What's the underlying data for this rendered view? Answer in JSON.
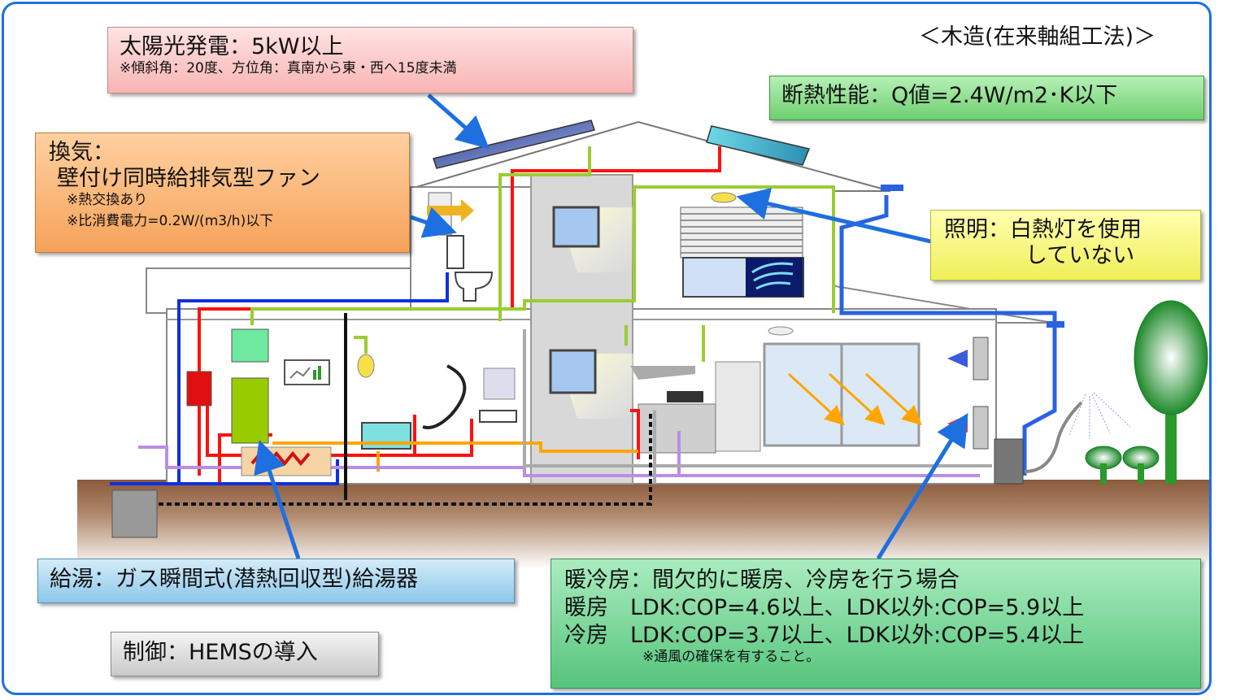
{
  "structure_label": "＜木造(在来軸組工法)＞",
  "solar": {
    "title": "太陽光発電：5kW以上",
    "note": "※傾斜角：20度、方位角：真南から東・西へ15度未満"
  },
  "insulation": {
    "title": "断熱性能：Q値=2.4W/m2･K以下"
  },
  "ventilation": {
    "title": "換気：",
    "line1": "壁付け同時給排気型ファン",
    "note1": "※熱交換あり",
    "note2": "※比消費電力=0.2W/(m3/h)以下"
  },
  "lighting": {
    "line1": "照明：白熱灯を使用",
    "line2": "していない"
  },
  "hot_water": {
    "title": "給湯：ガス瞬間式(潜熱回収型)給湯器"
  },
  "control": {
    "title": "制御：HEMSの導入"
  },
  "hvac": {
    "title": "暖冷房：間欠的に暖房、冷房を行う場合",
    "heating": "暖房　LDK:COP=4.6以上、LDK以外:COP=5.9以上",
    "cooling": "冷房　LDK:COP=3.7以上、LDK以外:COP=5.4以上",
    "note": "※通風の確保を有すること。"
  },
  "colors": {
    "frame": "#1e6fe0",
    "arrow": "#1e6fe0",
    "hot_pipe": "#ff1010",
    "cold_pipe": "#1030e0",
    "cable": "#9acd32",
    "gas": "#ffa500",
    "drain": "#b88ee8",
    "ground": "#8b5a3c"
  }
}
